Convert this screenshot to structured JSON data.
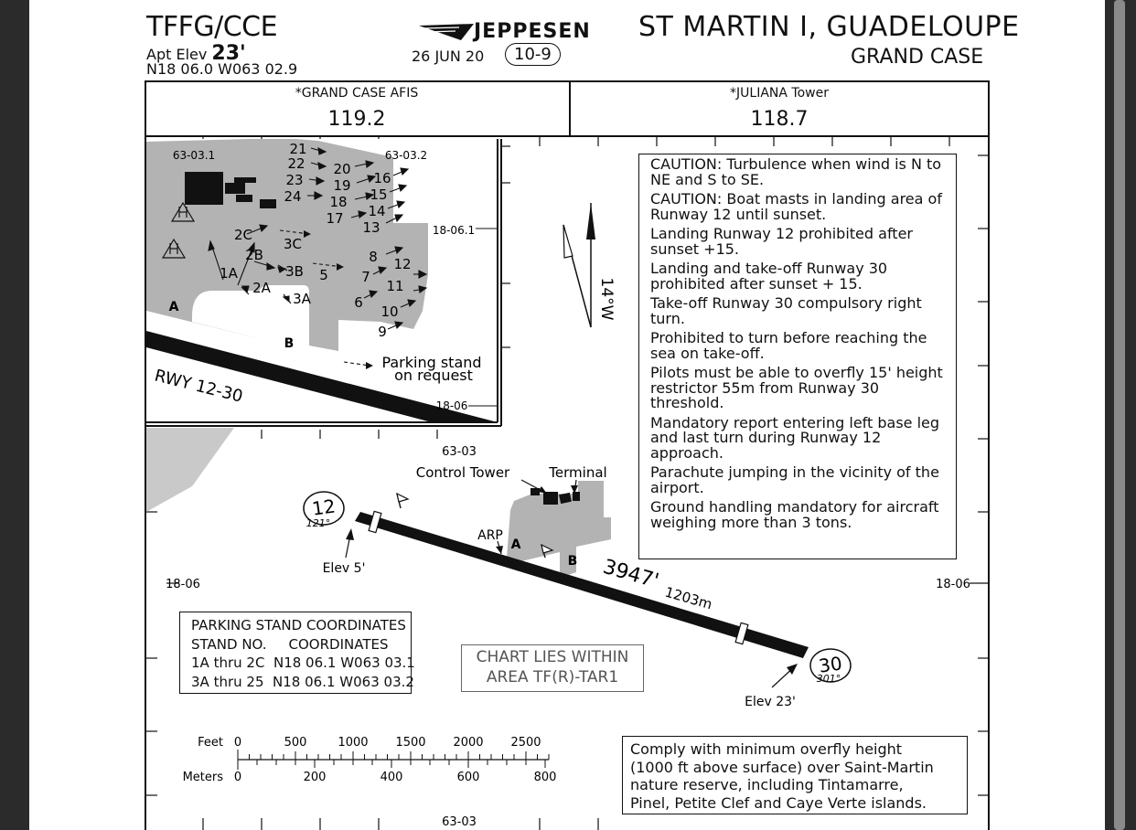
{
  "header": {
    "airport_id": "TFFG/CCE",
    "apt_elev_label": "Apt Elev",
    "apt_elev_value": "23'",
    "coordinates": "N18 06.0 W063 02.9",
    "brand": "JEPPESEN",
    "date": "26 JUN 20",
    "chart_number": "10-9",
    "location": "ST MARTIN I, GUADELOUPE",
    "airport_name": "GRAND CASE"
  },
  "frequencies": [
    {
      "name": "*GRAND CASE AFIS",
      "value": "119.2"
    },
    {
      "name": "*JULIANA Tower",
      "value": "118.7"
    }
  ],
  "inset": {
    "lon_left": "63-03.1",
    "lon_right": "63-03.2",
    "lat_top": "18-06.1",
    "lat_bottom": "18-06",
    "runway_label": "RWY 12-30",
    "taxiway_a": "A",
    "taxiway_b": "B",
    "parking_note_line1": "Parking stand",
    "parking_note_line2": "on request",
    "stands": [
      "21",
      "22",
      "23",
      "24",
      "20",
      "19",
      "18",
      "17",
      "16",
      "15",
      "14",
      "13",
      "2C",
      "3C",
      "2B",
      "1A",
      "2A",
      "3B",
      "5",
      "3A",
      "8",
      "12",
      "7",
      "11",
      "6",
      "10",
      "9"
    ]
  },
  "main_map": {
    "magnetic_variation": "14°W",
    "lon_mid": "63-03",
    "lon_bottom": "63-03",
    "lat_left": "18-06",
    "lat_right": "18-06",
    "control_tower": "Control Tower",
    "terminal": "Terminal",
    "arp": "ARP",
    "taxiway_a": "A",
    "taxiway_b": "B",
    "rwy12_number": "12",
    "rwy12_heading": "121°",
    "rwy12_elev": "Elev 5'",
    "rwy30_number": "30",
    "rwy30_heading": "301°",
    "rwy30_elev": "Elev 23'",
    "runway_length_ft": "3947'",
    "runway_length_m": "1203m"
  },
  "cautions": [
    "CAUTION: Turbulence when wind is N to NE and S to SE.",
    "CAUTION: Boat masts in landing area of Runway 12 until sunset.",
    "Landing Runway 12 prohibited after sunset +15.",
    "Landing and take-off Runway 30 prohibited after sunset + 15.",
    "Take-off Runway 30 compulsory right turn.",
    "Prohibited to turn before reaching the sea on take-off.",
    "Pilots must be able to overfly 15' height restrictor 55m from Runway 30 threshold.",
    "Mandatory report entering left base leg and last turn during Runway 12 approach.",
    "Parachute jumping in the vicinity of the airport.",
    "Ground handling mandatory for aircraft weighing more than 3 tons."
  ],
  "parking_coordinates": {
    "title": "PARKING STAND COORDINATES",
    "col_stand": "STAND NO.",
    "col_coord": "COORDINATES",
    "rows": [
      {
        "stand": "1A thru 2C",
        "coord": "N18 06.1 W063 03.1"
      },
      {
        "stand": "3A thru 25",
        "coord": "N18 06.1 W063 03.2"
      }
    ]
  },
  "tar_note": {
    "line1": "CHART LIES WITHIN",
    "line2": "AREA TF(R)-TAR1"
  },
  "comply_note": [
    "Comply with minimum overfly height",
    "(1000 ft above surface) over Saint-Martin",
    "nature reserve, including Tintamarre,",
    "Pinel, Petite Clef and Caye Verte islands."
  ],
  "scale": {
    "feet_label": "Feet",
    "meters_label": "Meters",
    "feet_ticks": [
      "0",
      "500",
      "1000",
      "1500",
      "2000",
      "2500"
    ],
    "meter_ticks": [
      "0",
      "200",
      "400",
      "600",
      "800"
    ]
  },
  "colors": {
    "page": "#ffffff",
    "ink": "#111111",
    "apron": "#b3b3b3",
    "frame": "#2b2b2b",
    "scrollbar": "#8a8a8a"
  }
}
